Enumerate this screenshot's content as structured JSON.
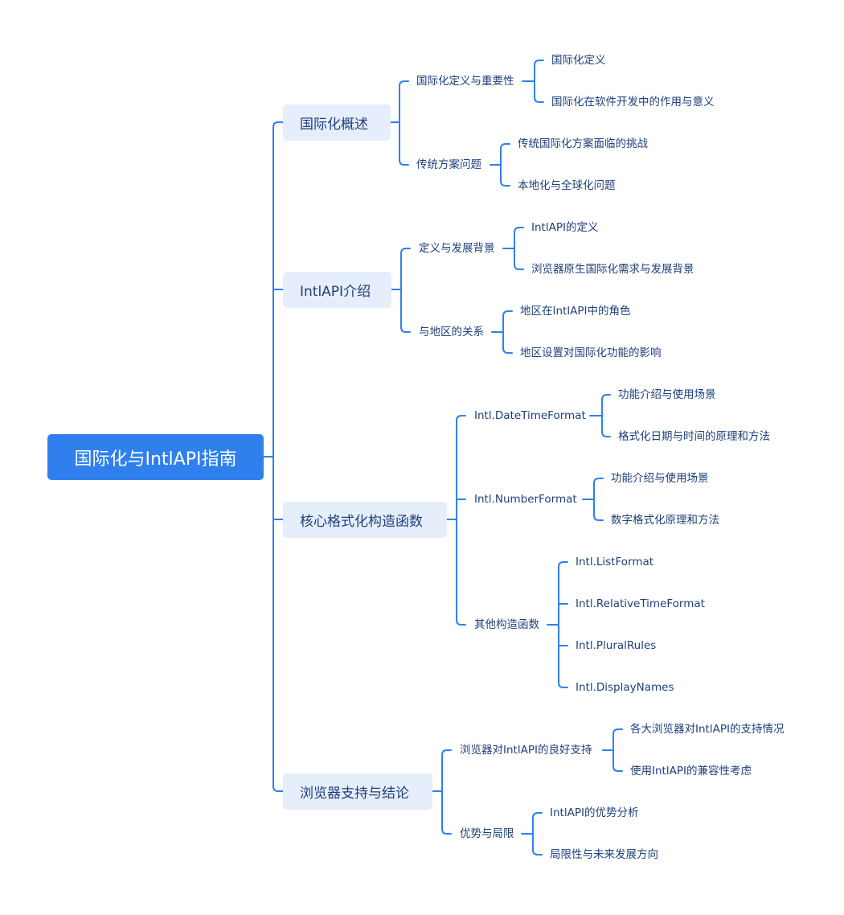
{
  "root": "国际化与IntlAPI指南",
  "sections": [
    {
      "title": "国际化概述",
      "groups": [
        {
          "label": "国际化定义与重要性",
          "items": [
            "国际化定义",
            "国际化在软件开发中的作用与意义"
          ]
        },
        {
          "label": "传统方案问题",
          "items": [
            "传统国际化方案面临的挑战",
            "本地化与全球化问题"
          ]
        }
      ]
    },
    {
      "title": "IntlAPI介绍",
      "groups": [
        {
          "label": "定义与发展背景",
          "items": [
            "IntlAPI的定义",
            "浏览器原生国际化需求与发展背景"
          ]
        },
        {
          "label": "与地区的关系",
          "items": [
            "地区在IntlAPI中的角色",
            "地区设置对国际化功能的影响"
          ]
        }
      ]
    },
    {
      "title": "核心格式化构造函数",
      "groups": [
        {
          "label": "Intl.DateTimeFormat",
          "items": [
            "功能介绍与使用场景",
            "格式化日期与时间的原理和方法"
          ]
        },
        {
          "label": "Intl.NumberFormat",
          "items": [
            "功能介绍与使用场景",
            "数字格式化原理和方法"
          ]
        },
        {
          "label": "其他构造函数",
          "items": [
            "Intl.ListFormat",
            "Intl.RelativeTimeFormat",
            "Intl.PluralRules",
            "Intl.DisplayNames"
          ]
        }
      ]
    },
    {
      "title": "浏览器支持与结论",
      "groups": [
        {
          "label": "浏览器对IntlAPI的良好支持",
          "items": [
            "各大浏览器对IntlAPI的支持情况",
            "使用IntlAPI的兼容性考虑"
          ]
        },
        {
          "label": "优势与局限",
          "items": [
            "IntlAPI的优势分析",
            "局限性与未来发展方向"
          ]
        }
      ]
    }
  ],
  "colors": {
    "line": "#2f80ed",
    "root_bg": "#2f80ed",
    "node_bg": "#e6eefc",
    "text": "#1f3f7a"
  }
}
